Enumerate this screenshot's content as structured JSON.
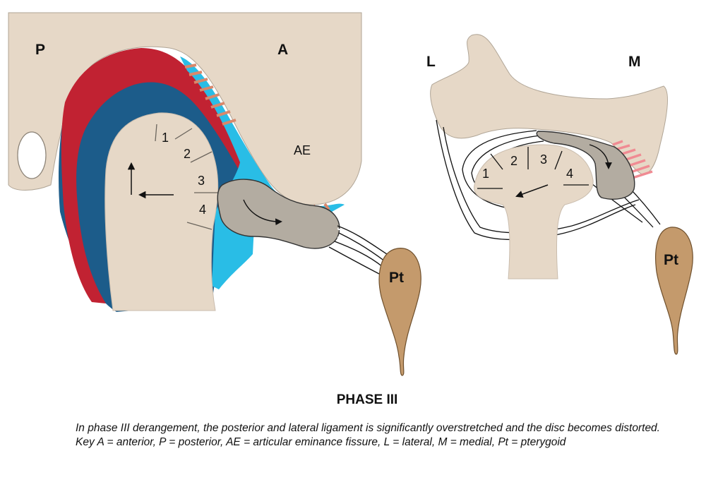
{
  "left_view": {
    "posterior_label": "P",
    "anterior_label": "A",
    "eminence_label": "AE",
    "zones": [
      "1",
      "2",
      "3",
      "4"
    ],
    "pterygoid_label": "Pt"
  },
  "right_view": {
    "lateral_label": "L",
    "medial_label": "M",
    "zones": [
      "1",
      "2",
      "3",
      "4"
    ],
    "pterygoid_label": "Pt"
  },
  "title": "PHASE III",
  "caption": {
    "description": "In phase III derangement, the posterior and lateral ligament is significantly overstretched and the disc becomes distorted.",
    "key": "Key A = anterior, P = posterior, AE = articular eminance fissure, L = lateral, M = medial, Pt = pterygoid"
  },
  "colors": {
    "bone": "#e6d8c7",
    "disc": "#b3aca1",
    "posterior_band_red": "#c12232",
    "posterior_band_blue": "#1c5c8a",
    "synovial_cyan": "#29bde6",
    "fissure_orange": "#d9886b",
    "medial_pink": "#f08b93",
    "pterygoid": "#c49a6c"
  }
}
